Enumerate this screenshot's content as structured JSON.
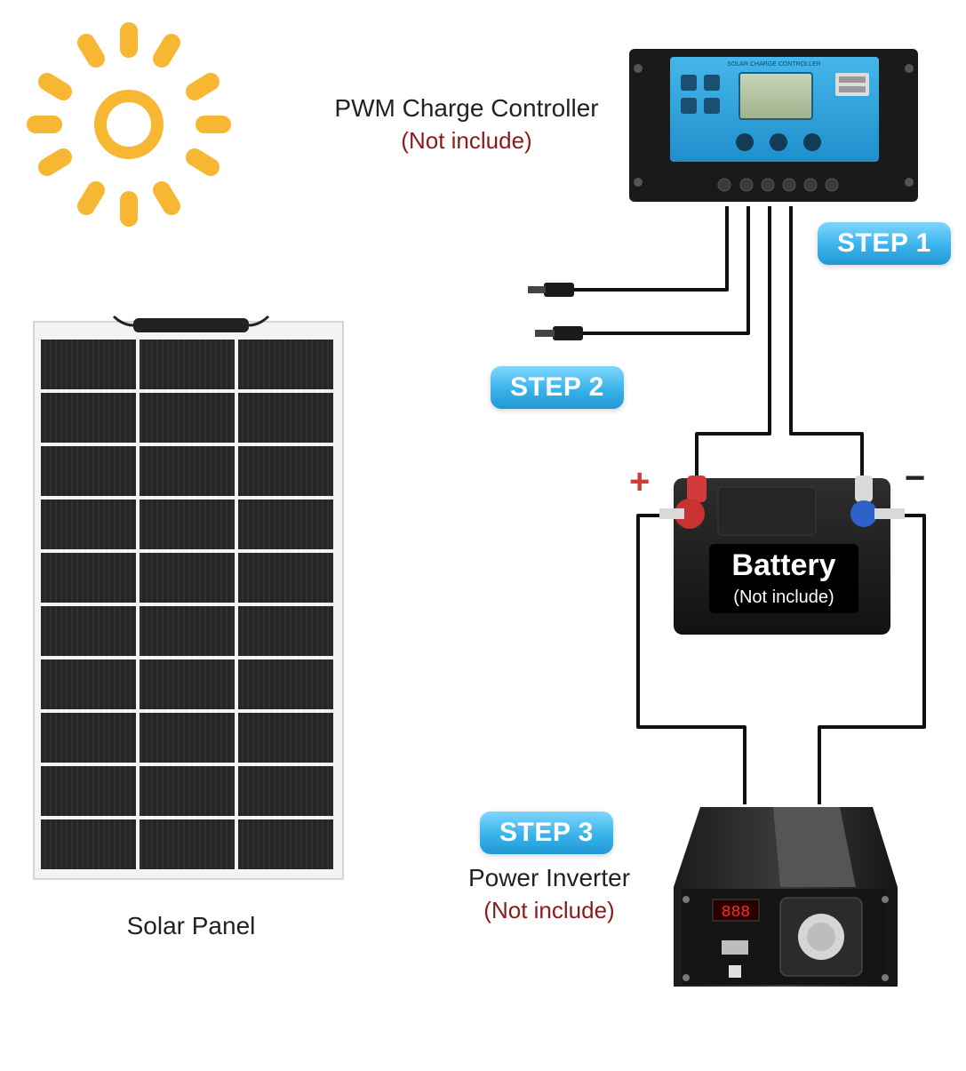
{
  "labels": {
    "controller_title": "PWM Charge Controller",
    "controller_note": "(Not include)",
    "solar_panel": "Solar Panel",
    "battery_title": "Battery",
    "battery_note": "(Not include)",
    "inverter_title": "Power Inverter",
    "inverter_note": "(Not include)",
    "plus": "+",
    "minus": "−"
  },
  "steps": {
    "step1": "STEP 1",
    "step2": "STEP 2",
    "step3": "STEP 3"
  },
  "device_text": {
    "controller_screen_header": "SOLAR CHARGE CONTROLLER",
    "inverter_display": "888"
  },
  "colors": {
    "sun": "#f7b733",
    "step_blue": "#3ab3ea",
    "note_red": "#8b1a1a",
    "panel_cell": "#262626",
    "controller_body": "#1a1a1a",
    "controller_face": "#2a9fd8",
    "wire": "#111111",
    "terminal_red": "#d33b3b",
    "terminal_blue": "#2f62c9"
  },
  "icons": [
    "sun-icon",
    "solar-panel-icon",
    "charge-controller-icon",
    "battery-icon",
    "power-inverter-icon"
  ]
}
